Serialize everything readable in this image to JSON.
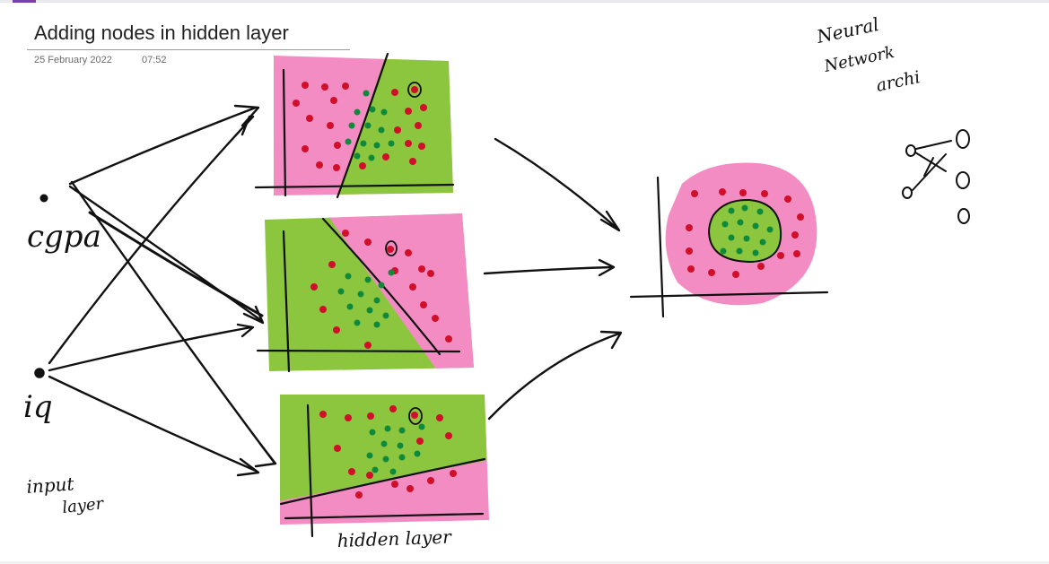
{
  "page": {
    "title": "Adding nodes in hidden layer",
    "date": "25 February 2022",
    "time": "07:52"
  },
  "notes": {
    "input_node_1": "cgpa",
    "input_node_2": "iq",
    "input_layer_line1": "input",
    "input_layer_line2": "layer",
    "hidden_layer": "hidden layer",
    "nn_line1": "Neural",
    "nn_line2": "Network",
    "nn_line3": "archi"
  },
  "colors": {
    "pink_region": "#f48cc4",
    "green_region": "#8cc63f",
    "red_point": "#d0102a",
    "green_point": "#0f8a3a",
    "ink": "#111111"
  }
}
